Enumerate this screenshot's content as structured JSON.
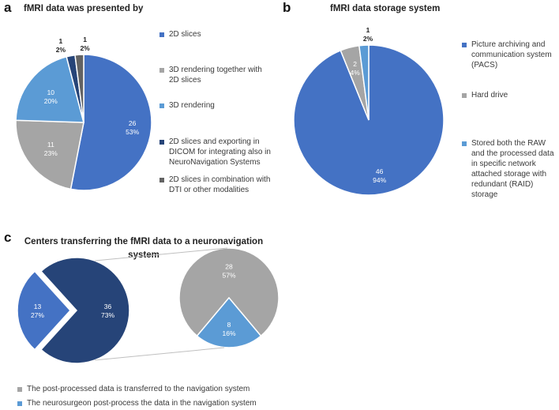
{
  "panels": {
    "a": "a",
    "b": "b",
    "c": "c"
  },
  "chart_data": [
    {
      "type": "pie",
      "title": "fMRI data was presented by",
      "slices": [
        {
          "label": "2D slices",
          "value": 26,
          "percent": "53%",
          "color": "#4472C4"
        },
        {
          "label": "3D rendering together with  2D slices",
          "value": 11,
          "percent": "23%",
          "color": "#A5A5A5"
        },
        {
          "label": "3D rendering",
          "value": 10,
          "percent": "20%",
          "color": "#5B9BD5"
        },
        {
          "label": "2D slices and exporting in DICOM for integrating also in NeuroNavigation Systems",
          "value": 1,
          "percent": "2%",
          "color": "#264478"
        },
        {
          "label": "2D slices in combination with DTI or other modalities",
          "value": 1,
          "percent": "2%",
          "color": "#636363"
        }
      ],
      "legend_position": "right"
    },
    {
      "type": "pie",
      "title": "fMRI data storage system",
      "slices": [
        {
          "label": "Picture archiving and communication system (PACS)",
          "value": 46,
          "percent": "94%",
          "color": "#4472C4"
        },
        {
          "label": "Hard drive",
          "value": 2,
          "percent": "4%",
          "color": "#A5A5A5"
        },
        {
          "label": "Stored both the RAW and the processed data in specific network attached storage with redundant (RAID) storage",
          "value": 1,
          "percent": "2%",
          "color": "#5B9BD5"
        }
      ],
      "legend_position": "right"
    },
    {
      "type": "pie",
      "title": "Centers transferring the fMRI data to a neuronavigation system",
      "main_pie": [
        {
          "value": 36,
          "percent": "73%",
          "color": "#264478"
        },
        {
          "value": 13,
          "percent": "27%",
          "color": "#4472C4"
        }
      ],
      "breakout_pie": [
        {
          "label": "The post-processed data is transferred to the navigation system",
          "value": 28,
          "percent": "57%",
          "color": "#A5A5A5"
        },
        {
          "label": "The neurosurgeon post-process the data in the navigation system",
          "value": 8,
          "percent": "16%",
          "color": "#5B9BD5"
        }
      ],
      "legend_position": "bottom"
    }
  ]
}
